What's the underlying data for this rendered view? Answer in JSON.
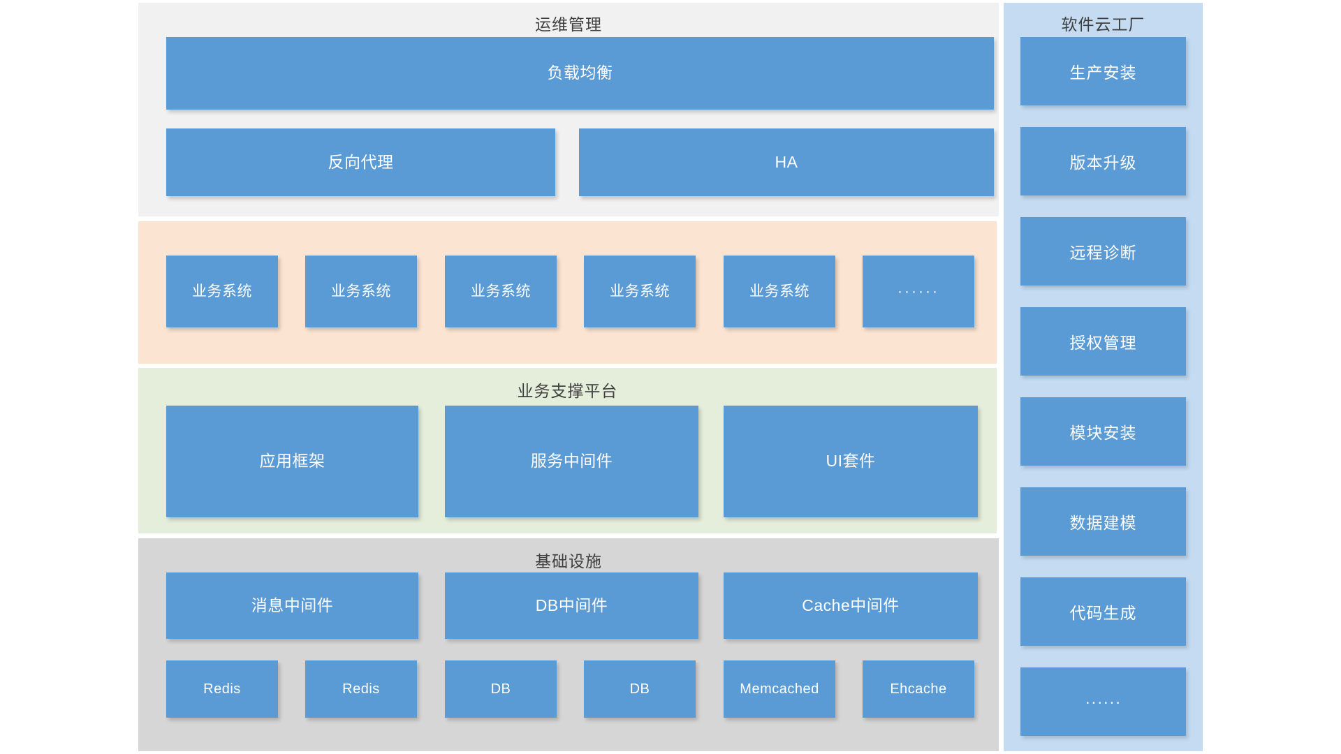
{
  "diagram": {
    "title_ops": "运维管理",
    "title_support": "业务支撑平台",
    "title_infra": "基础设施",
    "colors": {
      "node_blue": "#5B9BD5",
      "band_ops": "#F1F1F1",
      "band_business": "#FBE4D2",
      "band_support": "#E4EEDA",
      "band_infra": "#D6D6D6",
      "sidebar_bg": "#C4DBF2",
      "text_dark": "#3F3F3F",
      "text_light": "#FFFFFF"
    }
  },
  "ops_layer": {
    "title": "运维管理",
    "load_balancer": "负载均衡",
    "reverse_proxy": "反向代理",
    "ha": "HA"
  },
  "business_layer": {
    "systems": [
      "业务系统",
      "业务系统",
      "业务系统",
      "业务系统",
      "业务系统"
    ],
    "more": "······"
  },
  "support_layer": {
    "title": "业务支撑平台",
    "modules": [
      "应用框架",
      "服务中间件",
      "UI套件"
    ]
  },
  "infra_layer": {
    "title": "基础设施",
    "middleware": [
      "消息中间件",
      "DB中间件",
      "Cache中间件"
    ],
    "stores": [
      "Redis",
      "Redis",
      "DB",
      "DB",
      "Memcached",
      "Ehcache"
    ]
  },
  "sidebar": {
    "title": "软件云工厂",
    "items": [
      "生产安装",
      "版本升级",
      "远程诊断",
      "授权管理",
      "模块安装",
      "数据建模",
      "代码生成",
      "······"
    ]
  }
}
